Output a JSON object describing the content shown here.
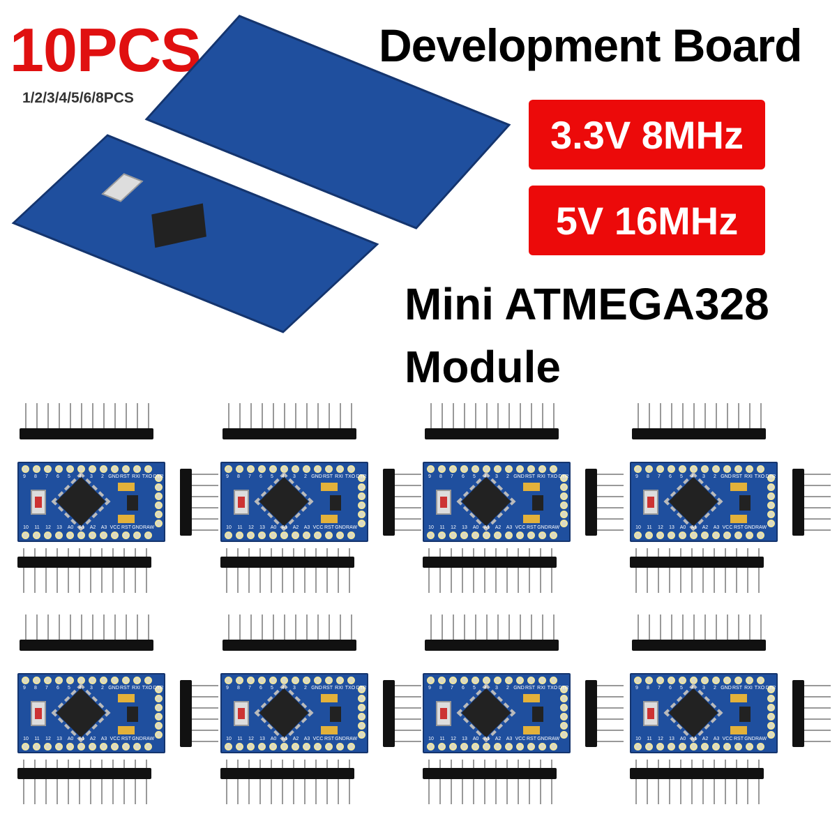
{
  "quantity_title": "10PCS",
  "quantity_options": "1/2/3/4/5/6/8PCS",
  "title": "Development Board",
  "badges": [
    {
      "label": "3.3V 8MHz"
    },
    {
      "label": "5V 16MHz"
    }
  ],
  "subtitle_line1": "Mini ATMEGA328",
  "subtitle_line2": "Module",
  "colors": {
    "accent_red": "#e01010",
    "badge_bg": "#ec0a0a",
    "pcb_blue": "#1f4f9e"
  },
  "board_labels": {
    "top": [
      "9",
      "8",
      "7",
      "6",
      "5",
      "4",
      "3",
      "2",
      "GND",
      "RST",
      "RXI",
      "TXO",
      "DTR"
    ],
    "bottom": [
      "10",
      "11",
      "12",
      "13",
      "A0",
      "A1",
      "A2",
      "A3",
      "VCC",
      "RST",
      "GND",
      "RAW"
    ]
  }
}
